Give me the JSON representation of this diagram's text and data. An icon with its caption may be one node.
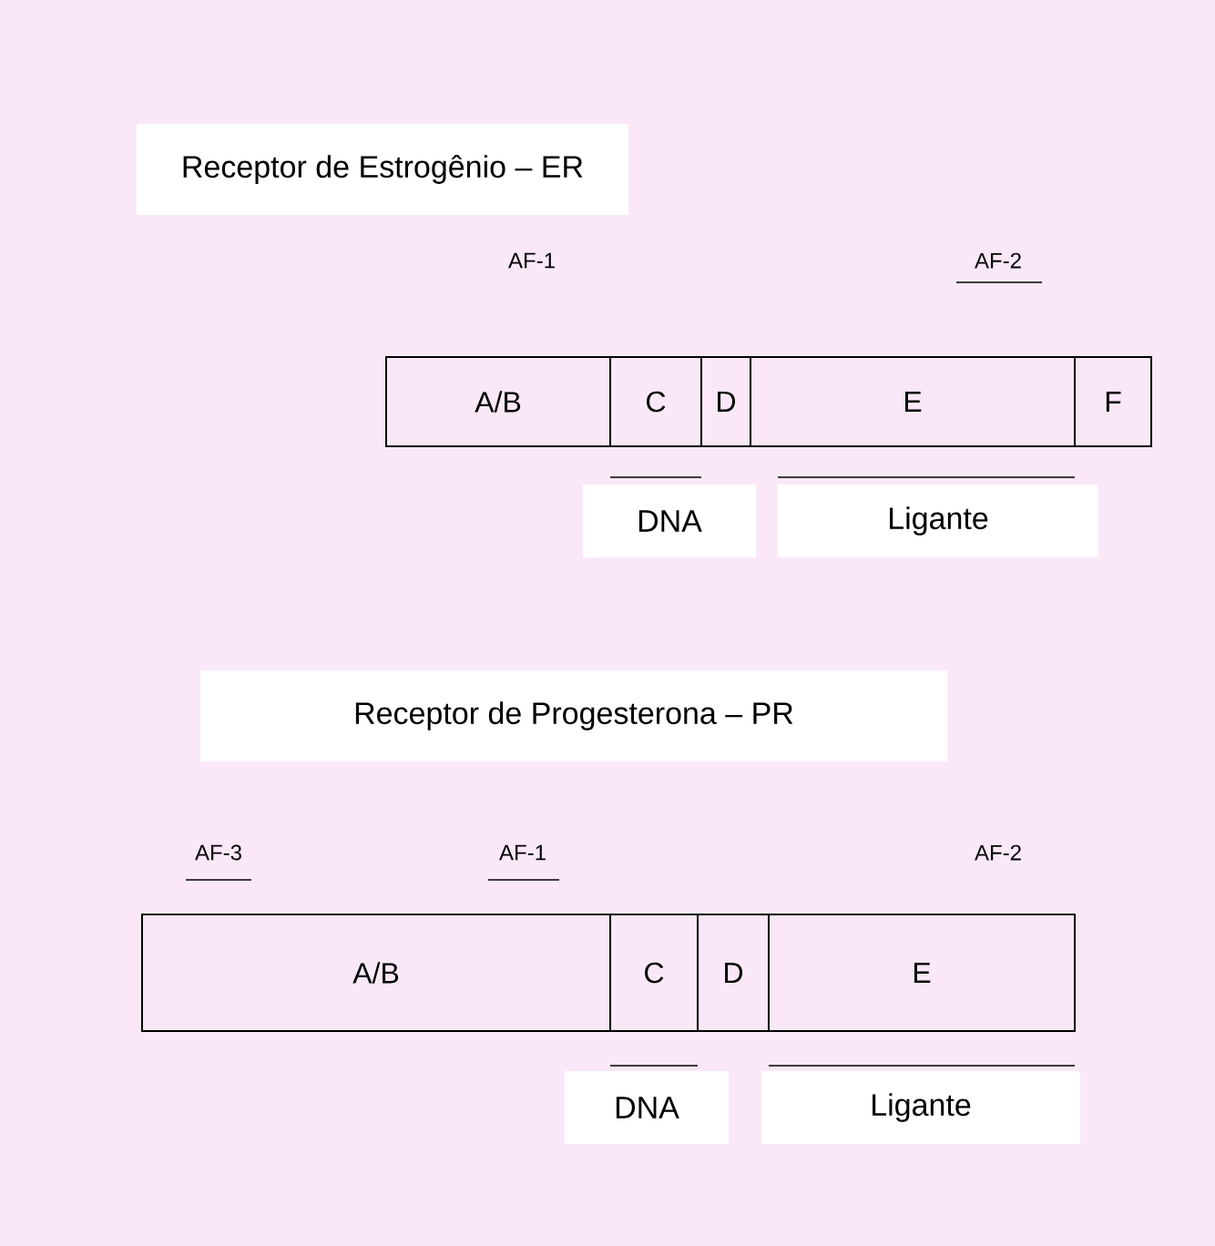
{
  "diagram": {
    "nodes": [
      {
        "text": [
          "Receptor de Estrogênio – ER"
        ]
      },
      {
        "text": [
          "A/B"
        ]
      },
      {
        "text": [
          "C"
        ]
      },
      {
        "text": [
          "D"
        ]
      },
      {
        "text": [
          "E"
        ]
      },
      {
        "text": [
          "F"
        ]
      },
      {
        "text": [
          "DNA"
        ]
      },
      {
        "text": [
          "Ligante"
        ]
      },
      {
        "text": [
          "Receptor de Progesterona – PR"
        ]
      },
      {
        "text": [
          "A/B"
        ]
      },
      {
        "text": [
          "C"
        ]
      },
      {
        "text": [
          "D"
        ]
      },
      {
        "text": [
          "E"
        ]
      },
      {
        "text": [
          "DNA"
        ]
      },
      {
        "text": [
          "Ligante"
        ]
      }
    ],
    "labels": [
      "AF-1",
      "AF-2",
      "AF-3",
      "AF-1",
      "AF-2"
    ]
  }
}
